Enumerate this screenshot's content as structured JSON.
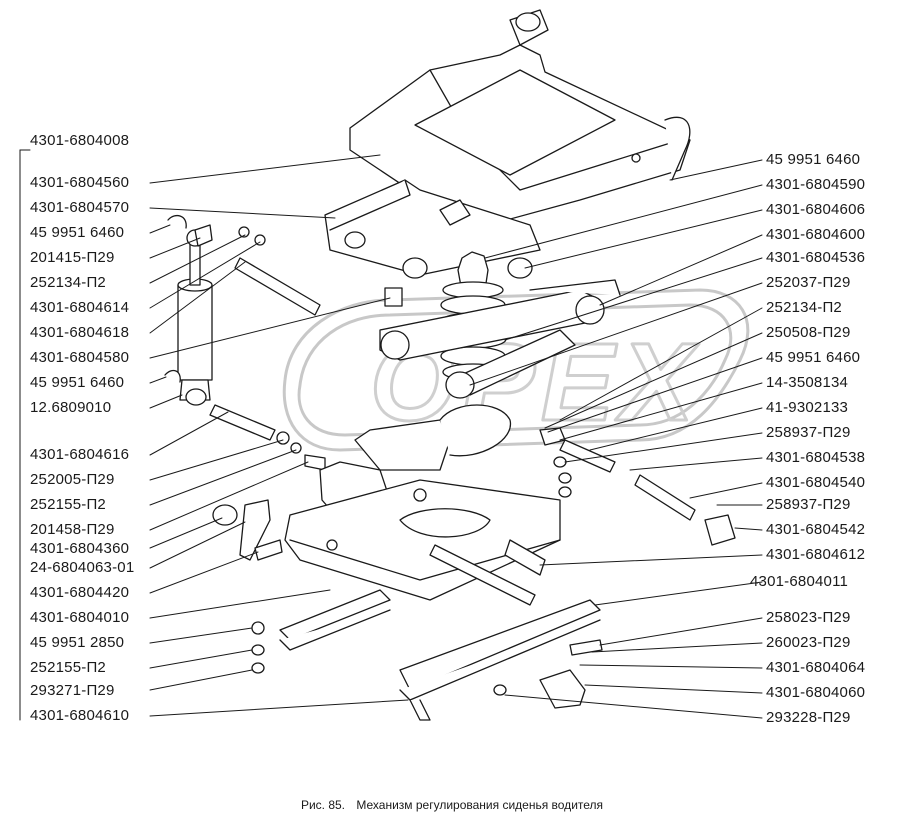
{
  "labels_left": [
    "4301-6804008",
    "4301-6804560",
    "4301-6804570",
    "45 9951 6460",
    "201415-П29",
    "252134-П2",
    "4301-6804614",
    "4301-6804618",
    "4301-6804580",
    "45 9951 6460",
    "12.6809010",
    "4301-6804616",
    "252005-П29",
    "252155-П2",
    "201458-П29",
    "4301-6804360",
    "24-6804063-01",
    "4301-6804420",
    "4301-6804010",
    "45 9951 2850",
    "252155-П2",
    "293271-П29",
    "4301-6804610"
  ],
  "labels_right": [
    "45 9951 6460",
    "4301-6804590",
    "4301-6804606",
    "4301-6804600",
    "4301-6804536",
    "252037-П29",
    "252134-П2",
    "250508-П29",
    "45 9951 6460",
    "14-3508134",
    "41-9302133",
    "258937-П29",
    "4301-6804538",
    "4301-6804540",
    "258937-П29",
    "4301-6804542",
    "4301-6804612",
    "4301-6804011",
    "258023-П29",
    "260023-П29",
    "4301-6804064",
    "4301-6804060",
    "293228-П29"
  ],
  "caption": {
    "number": "Рис. 85.",
    "title": "Механизм регулирования сиденья водителя"
  },
  "watermark": "OPEX"
}
